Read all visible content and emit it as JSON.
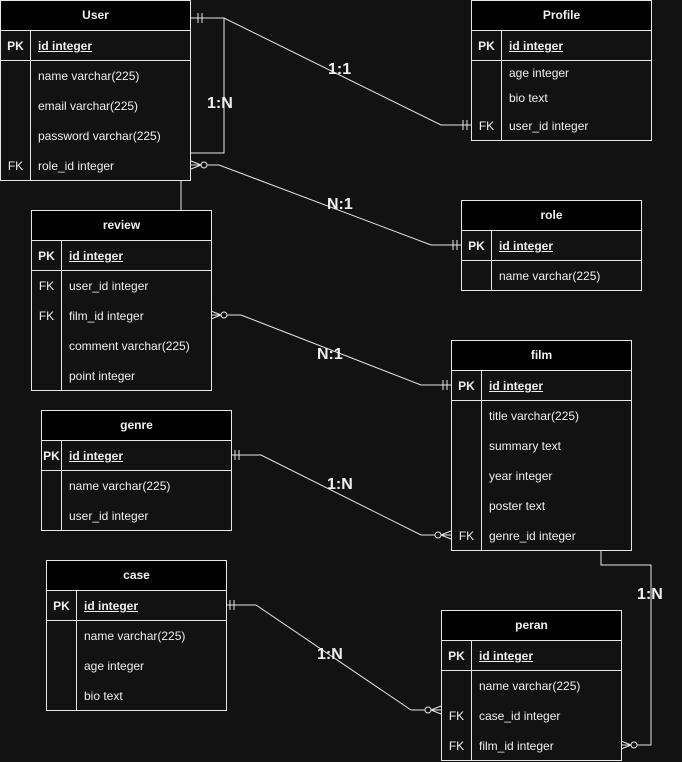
{
  "entities": {
    "user": {
      "title": "User",
      "rows": [
        {
          "key": "PK",
          "field": "id integer"
        },
        {
          "key": "",
          "field": "name varchar(225)"
        },
        {
          "key": "",
          "field": "email varchar(225)"
        },
        {
          "key": "",
          "field": "password varchar(225)"
        },
        {
          "key": "FK",
          "field": "role_id integer"
        }
      ]
    },
    "profile": {
      "title": "Profile",
      "rows": [
        {
          "key": "PK",
          "field": "id integer"
        },
        {
          "key": "",
          "field": "age integer"
        },
        {
          "key": "",
          "field": "bio text"
        },
        {
          "key": "FK",
          "field": "user_id integer"
        }
      ]
    },
    "review": {
      "title": "review",
      "rows": [
        {
          "key": "PK",
          "field": "id integer"
        },
        {
          "key": "FK",
          "field": "user_id integer"
        },
        {
          "key": "FK",
          "field": "film_id integer"
        },
        {
          "key": "",
          "field": "comment varchar(225)"
        },
        {
          "key": "",
          "field": "point integer"
        }
      ]
    },
    "role": {
      "title": "role",
      "rows": [
        {
          "key": "PK",
          "field": "id integer"
        },
        {
          "key": "",
          "field": "name varchar(225)"
        }
      ]
    },
    "film": {
      "title": "film",
      "rows": [
        {
          "key": "PK",
          "field": "id integer"
        },
        {
          "key": "",
          "field": "title varchar(225)"
        },
        {
          "key": "",
          "field": "summary text"
        },
        {
          "key": "",
          "field": "year integer"
        },
        {
          "key": "",
          "field": "poster text"
        },
        {
          "key": "FK",
          "field": "genre_id integer"
        }
      ]
    },
    "genre": {
      "title": "genre",
      "rows": [
        {
          "key": "PK",
          "field": "id integer"
        },
        {
          "key": "",
          "field": "name varchar(225)"
        },
        {
          "key": "",
          "field": "user_id integer"
        }
      ]
    },
    "case": {
      "title": "case",
      "rows": [
        {
          "key": "PK",
          "field": "id integer"
        },
        {
          "key": "",
          "field": "name varchar(225)"
        },
        {
          "key": "",
          "field": "age integer"
        },
        {
          "key": "",
          "field": "bio text"
        }
      ]
    },
    "peran": {
      "title": "peran",
      "rows": [
        {
          "key": "PK",
          "field": "id integer"
        },
        {
          "key": "",
          "field": "name varchar(225)"
        },
        {
          "key": "FK",
          "field": "case_id integer"
        },
        {
          "key": "FK",
          "field": "film_id integer"
        }
      ]
    }
  },
  "relations": {
    "user_profile": "1:1",
    "user_review": "1:N",
    "user_role": "N:1",
    "review_film": "N:1",
    "genre_film": "1:N",
    "case_peran": "1:N",
    "film_peran": "1:N"
  }
}
